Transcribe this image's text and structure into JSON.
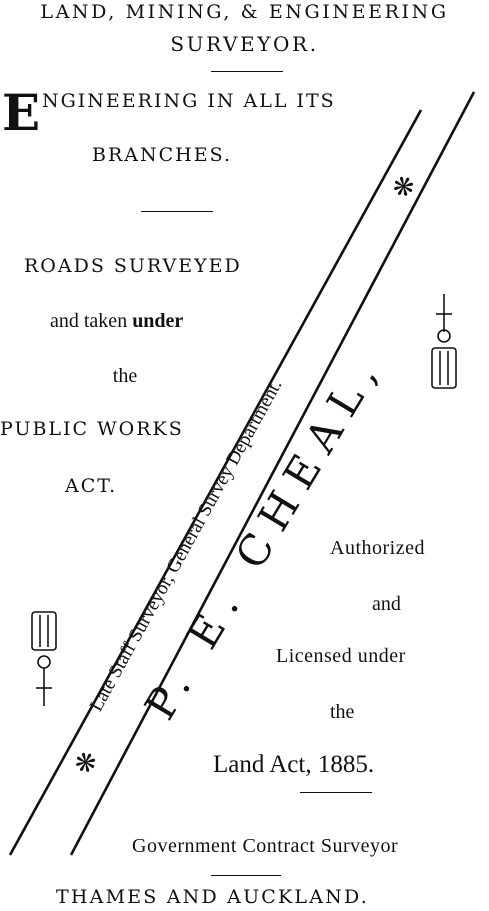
{
  "header": {
    "line1": "LAND, MINING, & ENGINEERING",
    "line2": "SURVEYOR."
  },
  "left": {
    "drop_cap": "E",
    "engineering_rest": "NGINEERING IN ALL ITS",
    "branches": "BRANCHES.",
    "roads": "ROADS SURVEYED",
    "taken_pre": "and taken ",
    "taken_bold": "under",
    "the": "the",
    "public": "PUBLIC WORKS",
    "act": "ACT."
  },
  "diagonal": {
    "name": "P. E. CHEAL,",
    "subtitle": "Late Staff Surveyor, General Survey Department.",
    "ornament_left": "❋",
    "ornament_right": "❋"
  },
  "right": {
    "authorized": "Authorized",
    "and": "and",
    "licensed": "Licensed under",
    "the": "the",
    "land_act": "Land Act, 1885."
  },
  "footer": {
    "contract": "Government Contract Surveyor",
    "location": "THAMES AND AUCKLAND."
  },
  "colors": {
    "ink": "#111111",
    "paper": "#ffffff"
  }
}
